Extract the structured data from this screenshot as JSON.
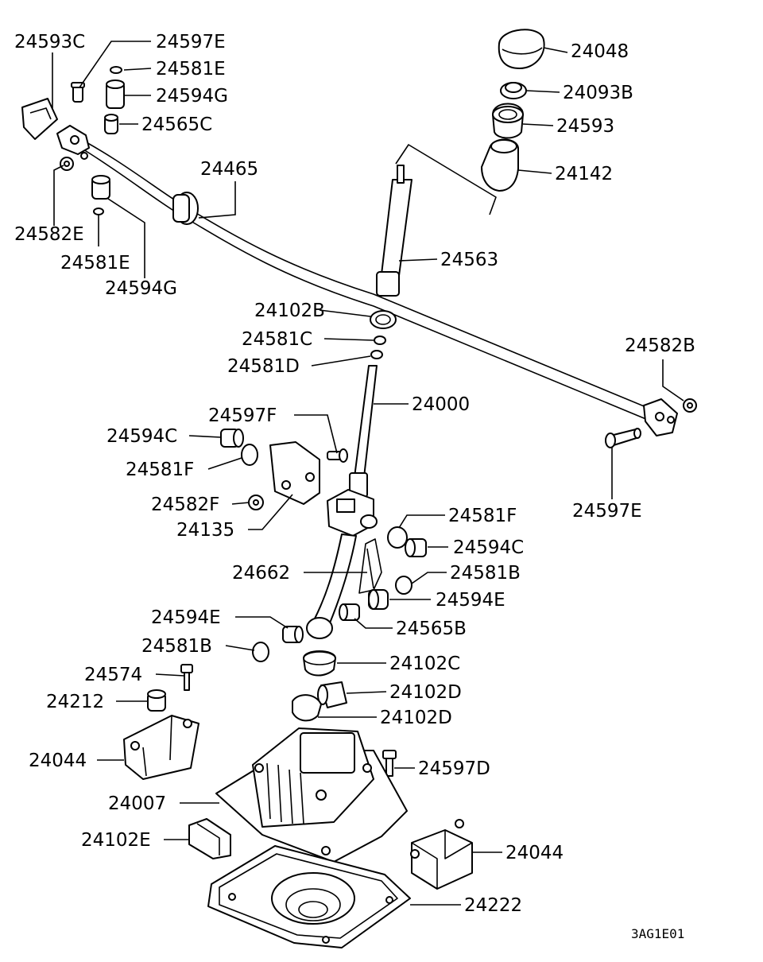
{
  "diagram_code": "3AG1E01",
  "callouts": [
    {
      "id": "c1",
      "text": "24593C"
    },
    {
      "id": "c2",
      "text": "24597E"
    },
    {
      "id": "c3",
      "text": "24581E"
    },
    {
      "id": "c4",
      "text": "24594G"
    },
    {
      "id": "c5",
      "text": "24565C"
    },
    {
      "id": "c6",
      "text": "24465"
    },
    {
      "id": "c7",
      "text": "24582E"
    },
    {
      "id": "c8",
      "text": "24581E"
    },
    {
      "id": "c9",
      "text": "24594G"
    },
    {
      "id": "c10",
      "text": "24048"
    },
    {
      "id": "c11",
      "text": "24093B"
    },
    {
      "id": "c12",
      "text": "24593"
    },
    {
      "id": "c13",
      "text": "24142"
    },
    {
      "id": "c14",
      "text": "24563"
    },
    {
      "id": "c15",
      "text": "24102B"
    },
    {
      "id": "c16",
      "text": "24581C"
    },
    {
      "id": "c17",
      "text": "24581D"
    },
    {
      "id": "c18",
      "text": "24582B"
    },
    {
      "id": "c19",
      "text": "24000"
    },
    {
      "id": "c20",
      "text": "24597F"
    },
    {
      "id": "c21",
      "text": "24594C"
    },
    {
      "id": "c22",
      "text": "24581F"
    },
    {
      "id": "c23",
      "text": "24582F"
    },
    {
      "id": "c24",
      "text": "24135"
    },
    {
      "id": "c25",
      "text": "24597E"
    },
    {
      "id": "c26",
      "text": "24581F"
    },
    {
      "id": "c27",
      "text": "24594C"
    },
    {
      "id": "c28",
      "text": "24662"
    },
    {
      "id": "c29",
      "text": "24581B"
    },
    {
      "id": "c30",
      "text": "24594E"
    },
    {
      "id": "c31",
      "text": "24594E"
    },
    {
      "id": "c32",
      "text": "24565B"
    },
    {
      "id": "c33",
      "text": "24581B"
    },
    {
      "id": "c34",
      "text": "24102C"
    },
    {
      "id": "c35",
      "text": "24574"
    },
    {
      "id": "c36",
      "text": "24102D"
    },
    {
      "id": "c37",
      "text": "24212"
    },
    {
      "id": "c38",
      "text": "24102D"
    },
    {
      "id": "c39",
      "text": "24044"
    },
    {
      "id": "c40",
      "text": "24597D"
    },
    {
      "id": "c41",
      "text": "24007"
    },
    {
      "id": "c42",
      "text": "24102E"
    },
    {
      "id": "c43",
      "text": "24044"
    },
    {
      "id": "c44",
      "text": "24222"
    }
  ]
}
